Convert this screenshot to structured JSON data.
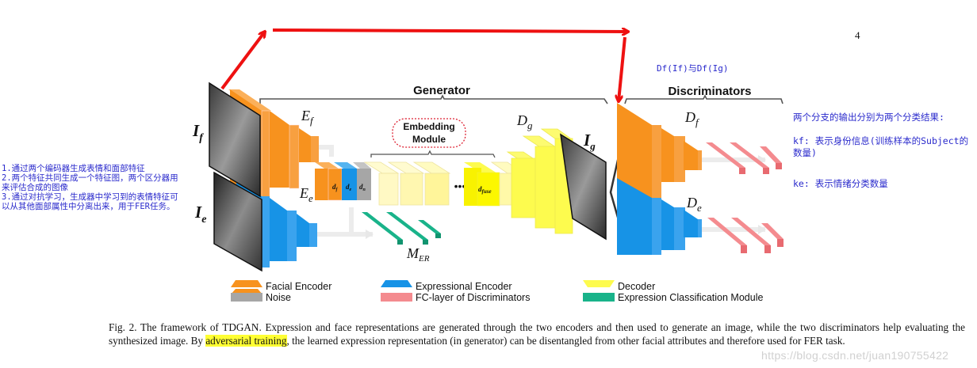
{
  "page_number": "4",
  "annotations": {
    "left_note": "1.通过两个编码器生成表情和面部特征\n2.两个特征共同生成一个特征图，两个区分器用来评估合成的图像\n3.通过对抗学习，生成器中学习到的表情特征可以从其他面部属性中分离出来，用于FER任务。",
    "df_note": "Df(If)与Df(Ig)",
    "right_note_1": "两个分支的输出分别为两个分类结果:",
    "right_note_2": "kf: 表示身份信息(训练样本的Subject的数量)",
    "right_note_3": "ke: 表示情绪分类数量"
  },
  "diagram": {
    "generator_label": "Generator",
    "discriminators_label": "Discriminators",
    "embedding_module_label_line1": "Embedding",
    "embedding_module_label_line2": "Module",
    "input_face_label": "I",
    "input_face_sub": "f",
    "input_expr_label": "I",
    "input_expr_sub": "e",
    "generated_label": "I",
    "generated_sub": "g",
    "facial_encoder_label": "E",
    "facial_encoder_sub": "f",
    "expr_encoder_label": "E",
    "expr_encoder_sub": "e",
    "decoder_label": "D",
    "decoder_sub": "g",
    "disc_face_label": "D",
    "disc_face_sub": "f",
    "disc_expr_label": "D",
    "disc_expr_sub": "e",
    "mer_label": "M",
    "mer_sub": "ER",
    "df_block": "d",
    "df_sub": "f",
    "de_block": "d",
    "de_sub": "e",
    "dn_block": "d",
    "dn_sub": "n",
    "dfuse_block": "d",
    "dfuse_sub": "fuse",
    "ellipsis": "•••",
    "colors": {
      "facial_encoder": "#f7921e",
      "expressional_encoder": "#1793e6",
      "decoder": "#fdfb4e",
      "noise": "#a6a6a6",
      "fc_discriminators": "#f48b8f",
      "expression_classification": "#19b38a",
      "arrow_red": "#ee1111"
    }
  },
  "legend": [
    {
      "label": "Facial Encoder",
      "color": "#f7921e",
      "shape": "trapezoid"
    },
    {
      "label": "Noise",
      "color": "#a6a6a6",
      "shape": "rect"
    },
    {
      "label": "Expressional Encoder",
      "color": "#1793e6",
      "shape": "trapezoid"
    },
    {
      "label": "FC-layer of Discriminators",
      "color": "#f48b8f",
      "shape": "rect"
    },
    {
      "label": "Decoder",
      "color": "#fdfb4e",
      "shape": "inv-trapezoid"
    },
    {
      "label": "Expression Classification Module",
      "color": "#19b38a",
      "shape": "rect"
    }
  ],
  "caption": {
    "part1": "Fig. 2.  The framework of TDGAN. Expression and face representations are generated through the two encoders and then used to generate an image, while the two discriminators help evaluating the synthesized image. By ",
    "highlight": "adversarial training",
    "part2": ", the learned expression representation (in generator) can be disentangled from other facial attributes and therefore used for FER task."
  },
  "watermark": "https://blog.csdn.net/juan190755422"
}
